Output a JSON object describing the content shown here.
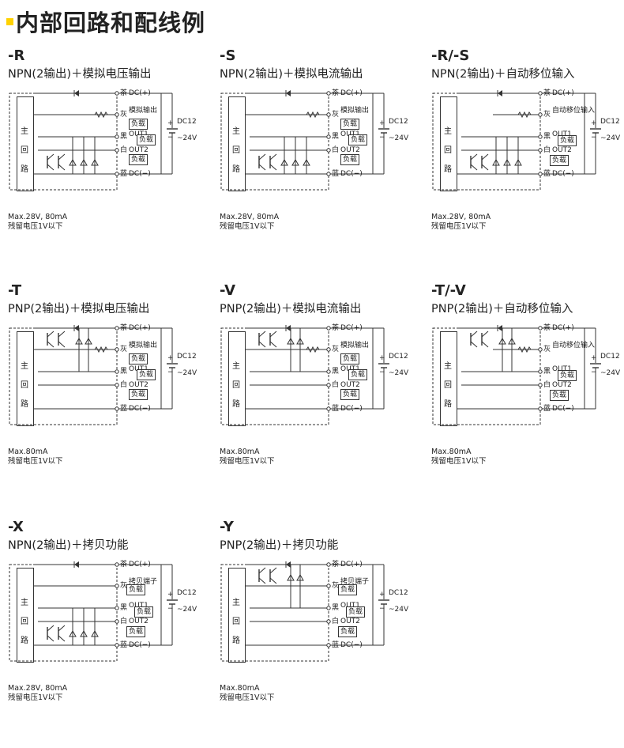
{
  "page_title": "内部回路和配线例",
  "labels": {
    "main_1": "主",
    "main_2": "回",
    "main_3": "路",
    "brown": "茶",
    "gray": "灰",
    "black": "黑",
    "white": "白",
    "blue": "蓝",
    "dc_plus": "DC(+)",
    "dc_minus": "DC(−)",
    "out1": "OUT1",
    "out2": "OUT2",
    "load": "负载",
    "dc12": "DC12",
    "v24": "~24V",
    "plus": "+",
    "minus": "−"
  },
  "diagrams": [
    {
      "code": "-R",
      "subtitle": "NPN(2输出)＋模拟电压输出",
      "gray_function": "模拟输出",
      "notes": [
        "Max.28V, 80mA",
        "残留电压1V以下"
      ]
    },
    {
      "code": "-S",
      "subtitle": "NPN(2输出)＋模拟电流输出",
      "gray_function": "模拟输出",
      "notes": [
        "Max.28V, 80mA",
        "残留电压1V以下"
      ]
    },
    {
      "code": "-R/-S",
      "subtitle": "NPN(2输出)＋自动移位输入",
      "gray_function": "自动移位输入",
      "notes": [
        "Max.28V, 80mA",
        "残留电压1V以下"
      ]
    },
    {
      "code": "-T",
      "subtitle": "PNP(2输出)＋模拟电压输出",
      "gray_function": "模拟输出",
      "notes": [
        "Max.80mA",
        "残留电压1V以下"
      ]
    },
    {
      "code": "-V",
      "subtitle": "PNP(2输出)＋模拟电流输出",
      "gray_function": "模拟输出",
      "notes": [
        "Max.80mA",
        "残留电压1V以下"
      ]
    },
    {
      "code": "-T/-V",
      "subtitle": "PNP(2输出)＋自动移位输入",
      "gray_function": "自动移位输入",
      "notes": [
        "Max.80mA",
        "残留电压1V以下"
      ]
    },
    {
      "code": "-X",
      "subtitle": "NPN(2输出)＋拷贝功能",
      "gray_function": "拷贝端子",
      "notes": [
        "Max.28V, 80mA",
        "残留电压1V以下"
      ]
    },
    {
      "code": "-Y",
      "subtitle": "PNP(2输出)＋拷贝功能",
      "gray_function": "拷贝端子",
      "notes": [
        "Max.80mA",
        "残留电压1V以下"
      ]
    }
  ]
}
